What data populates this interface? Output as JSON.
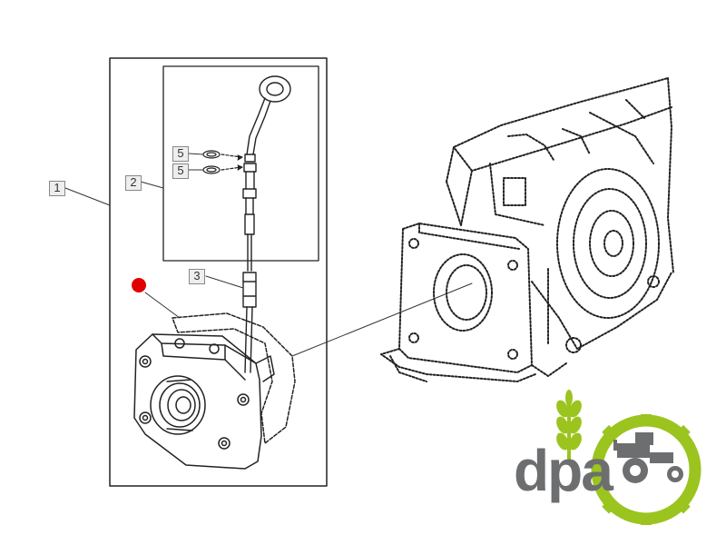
{
  "callouts": {
    "c1": "1",
    "c2": "2",
    "c3": "3",
    "c5a": "5",
    "c5b": "5"
  },
  "logo": {
    "text": "dpa",
    "text_color": "#6d6e70",
    "accent_color": "#9bc41f"
  },
  "marker": {
    "color": "#e00000"
  }
}
